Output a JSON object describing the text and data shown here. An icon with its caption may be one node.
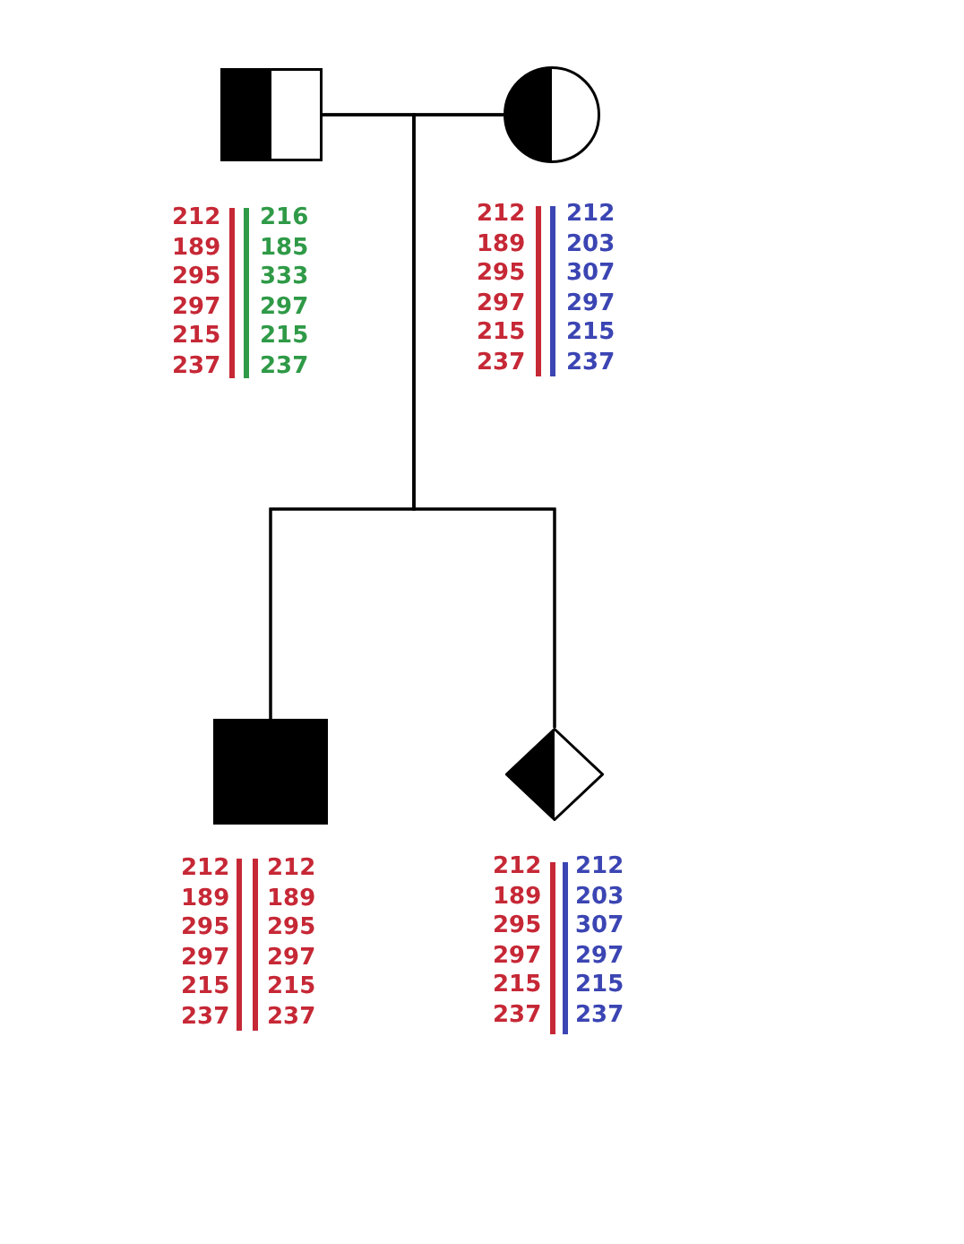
{
  "diagram": {
    "nodes": [
      {
        "text": [],
        "shape": "box",
        "beside": [
          "212 189 295 297 215 237",
          "216 185 333 297 215 237"
        ]
      },
      {
        "text": [],
        "shape": "circle",
        "beside": [
          "212 189 295 297 215 237",
          "212 203 307 297 215 237"
        ]
      },
      {
        "text": [],
        "shape": "box",
        "beside": [
          "212 189 295 297 215 237",
          "212 189 295 297 215 237"
        ]
      },
      {
        "text": [],
        "shape": "diamond",
        "beside": [
          "212 189 295 297 215 237",
          "212 203 307 297 215 237"
        ]
      }
    ],
    "edges": [
      {
        "from": 0,
        "to": 1,
        "arrow": "none"
      },
      {
        "from": 0,
        "to": 2,
        "arrow": "none"
      },
      {
        "from": 0,
        "to": 3,
        "arrow": "none"
      },
      {
        "from": 1,
        "to": 2,
        "arrow": "none"
      },
      {
        "from": 1,
        "to": 3,
        "arrow": "none"
      }
    ]
  }
}
